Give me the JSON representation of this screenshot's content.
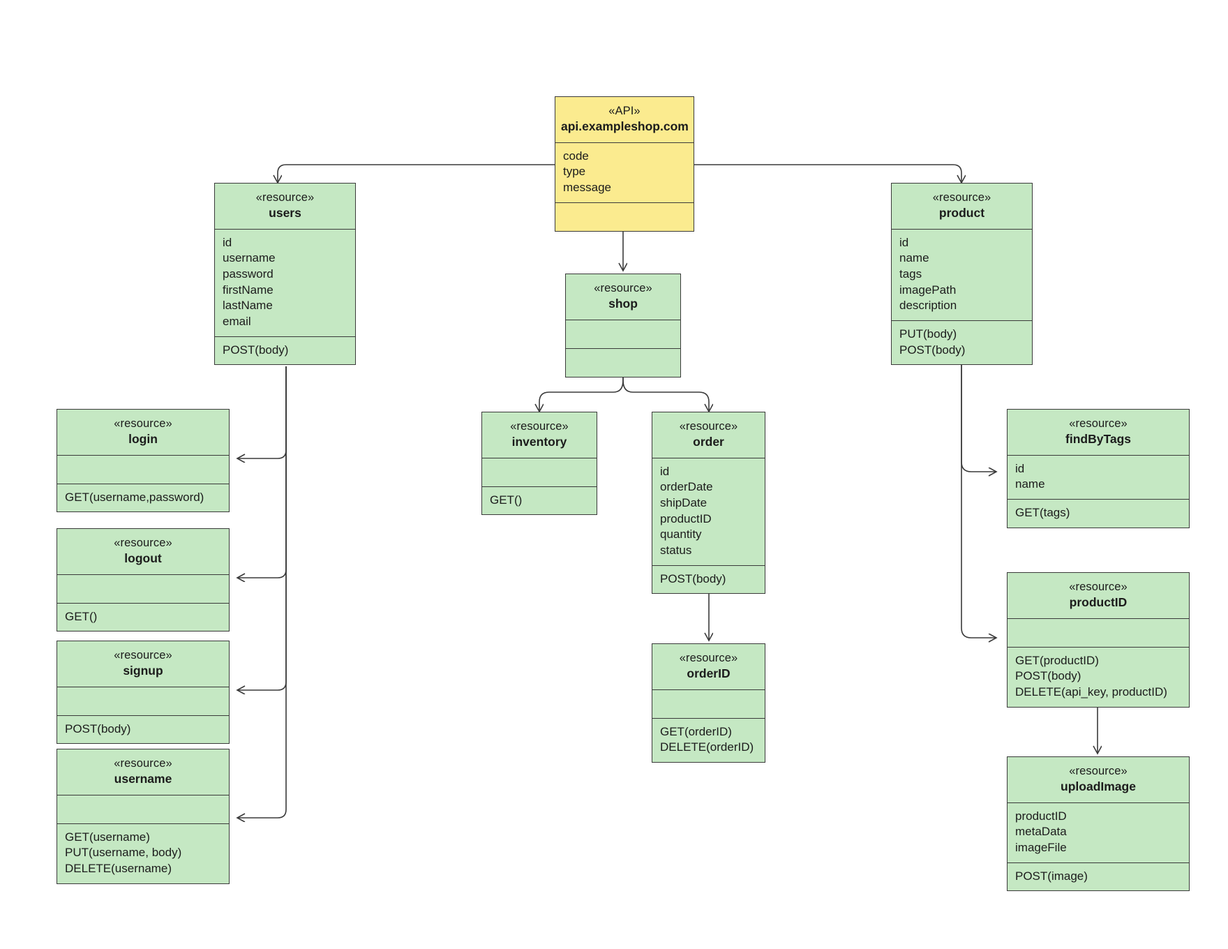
{
  "diagram": {
    "title": "API resource class diagram",
    "colors": {
      "api_fill": "#fbeb8f",
      "resource_fill": "#c5e8c3",
      "stroke": "#3a3a3a",
      "background": "#ffffff"
    }
  },
  "nodes": {
    "api": {
      "stereotype": "«API»",
      "name": "api.exampleshop.com",
      "attributes": [
        "code",
        "type",
        "message"
      ],
      "operations": []
    },
    "users": {
      "stereotype": "«resource»",
      "name": "users",
      "attributes": [
        "id",
        "username",
        "password",
        "firstName",
        "lastName",
        "email"
      ],
      "operations": [
        "POST(body)"
      ]
    },
    "login": {
      "stereotype": "«resource»",
      "name": "login",
      "attributes": [],
      "operations": [
        "GET(username,password)"
      ]
    },
    "logout": {
      "stereotype": "«resource»",
      "name": "logout",
      "attributes": [],
      "operations": [
        "GET()"
      ]
    },
    "signup": {
      "stereotype": "«resource»",
      "name": "signup",
      "attributes": [],
      "operations": [
        "POST(body)"
      ]
    },
    "username": {
      "stereotype": "«resource»",
      "name": "username",
      "attributes": [],
      "operations": [
        "GET(username)",
        "PUT(username, body)",
        "DELETE(username)"
      ]
    },
    "shop": {
      "stereotype": "«resource»",
      "name": "shop",
      "attributes": [],
      "operations": []
    },
    "inventory": {
      "stereotype": "«resource»",
      "name": "inventory",
      "attributes": [],
      "operations": [
        "GET()"
      ]
    },
    "order": {
      "stereotype": "«resource»",
      "name": "order",
      "attributes": [
        "id",
        "orderDate",
        "shipDate",
        "productID",
        "quantity",
        "status"
      ],
      "operations": [
        "POST(body)"
      ]
    },
    "orderid": {
      "stereotype": "«resource»",
      "name": "orderID",
      "attributes": [],
      "operations": [
        "GET(orderID)",
        "DELETE(orderID)"
      ]
    },
    "product": {
      "stereotype": "«resource»",
      "name": "product",
      "attributes": [
        "id",
        "name",
        "tags",
        "imagePath",
        "description"
      ],
      "operations": [
        "PUT(body)",
        "POST(body)"
      ]
    },
    "findbytags": {
      "stereotype": "«resource»",
      "name": "findByTags",
      "attributes": [
        "id",
        "name"
      ],
      "operations": [
        "GET(tags)"
      ]
    },
    "productid": {
      "stereotype": "«resource»",
      "name": "productID",
      "attributes": [],
      "operations": [
        "GET(productID)",
        "POST(body)",
        "DELETE(api_key, productID)"
      ]
    },
    "uploadimage": {
      "stereotype": "«resource»",
      "name": "uploadImage",
      "attributes": [
        "productID",
        "metaData",
        "imageFile"
      ],
      "operations": [
        "POST(image)"
      ]
    }
  },
  "edges": [
    {
      "from": "api",
      "to": "users"
    },
    {
      "from": "api",
      "to": "shop"
    },
    {
      "from": "api",
      "to": "product"
    },
    {
      "from": "users",
      "to": "login"
    },
    {
      "from": "users",
      "to": "logout"
    },
    {
      "from": "users",
      "to": "signup"
    },
    {
      "from": "users",
      "to": "username"
    },
    {
      "from": "shop",
      "to": "inventory"
    },
    {
      "from": "shop",
      "to": "order"
    },
    {
      "from": "order",
      "to": "orderid"
    },
    {
      "from": "product",
      "to": "findbytags"
    },
    {
      "from": "product",
      "to": "productid"
    },
    {
      "from": "productid",
      "to": "uploadimage"
    }
  ]
}
